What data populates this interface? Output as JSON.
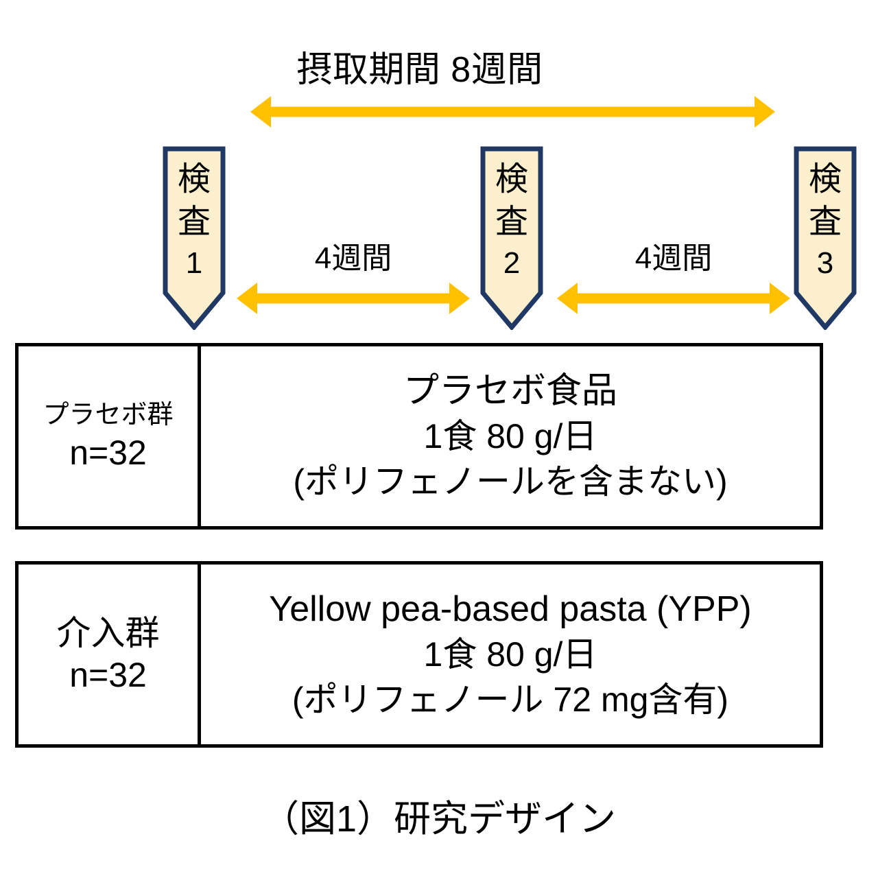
{
  "figure": {
    "period_title": "摂取期間 8週間",
    "caption": "（図1）研究デザイン",
    "colors": {
      "arrow": "#FFC000",
      "pin_fill": "#FBEFCE",
      "pin_border": "#1F3864",
      "box_border": "#000000",
      "text": "#000000"
    },
    "interval_labels": [
      {
        "text": "4週間"
      },
      {
        "text": "4週間"
      }
    ],
    "checkpoints": [
      {
        "kanji": "検査",
        "number": "1"
      },
      {
        "kanji": "検査",
        "number": "2"
      },
      {
        "kanji": "検査",
        "number": "3"
      }
    ],
    "groups": [
      {
        "name": "プラセボ群",
        "n": "n=32",
        "detail": [
          "プラセボ食品",
          "1食 80 g/日",
          "(ポリフェノールを含まない)"
        ]
      },
      {
        "name": "介入群",
        "n": "n=32",
        "detail": [
          "Yellow pea-based pasta (YPP)",
          "1食 80 g/日",
          "(ポリフェノール 72 mg含有)"
        ]
      }
    ]
  }
}
